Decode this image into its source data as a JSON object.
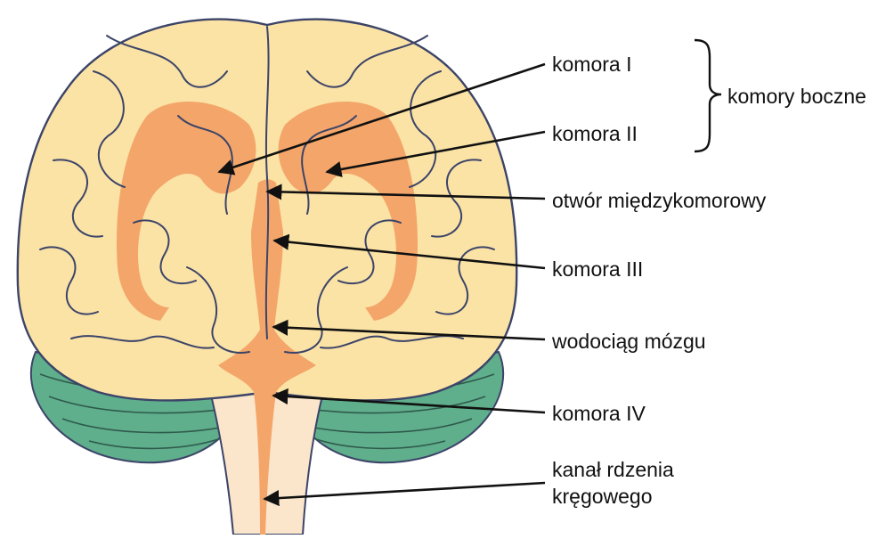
{
  "labels": {
    "komora_1": "komora I",
    "komora_2": "komora II",
    "komory_boczne": "komory boczne",
    "otwor": "otwór międzykomorowy",
    "komora_3": "komora III",
    "wodociag": "wodociąg mózgu",
    "komora_4": "komora IV",
    "kanal_line1": "kanał rdzenia",
    "kanal_line2": "kręgowego"
  },
  "colors": {
    "cerebrum": "#fbe3a6",
    "outline": "#3c4468",
    "ventricles": "#f4a66a",
    "cerebellum": "#5fae8c",
    "cerebellum_lines": "#2f5a4c",
    "brainstem": "#fbe6cc",
    "arrow": "#111111"
  }
}
